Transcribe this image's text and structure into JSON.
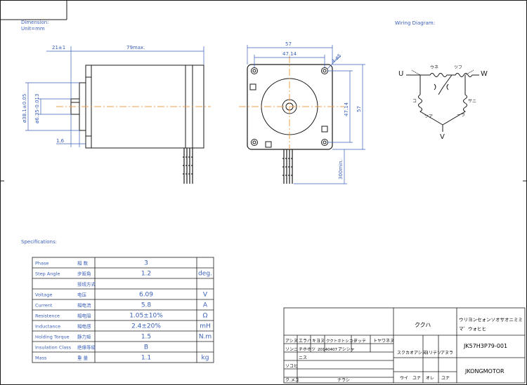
{
  "dimension_label": "Dimension:",
  "unit_label": "Unit=mm",
  "wiring_label": "Wiring Diagram:",
  "specs_label": "Specifications:",
  "colors": {
    "ink": "#1a1a1a",
    "blue": "#3a5fb8",
    "center": "#f0a050",
    "page": "#ffffff"
  },
  "side_view": {
    "shaft_len": "21±1",
    "body_len": "79max.",
    "boss_dia": "ø38.1±0.05",
    "shaft_dia": "ø6.35-0.013",
    "flat": "1.6"
  },
  "front_view": {
    "width": "57",
    "hole_pitch_h": "47.14",
    "holes": "4-ø5",
    "height": "57",
    "hole_pitch_v": "47.14",
    "lead_len": "300min."
  },
  "wiring": {
    "u": "U",
    "v": "V",
    "w": "W",
    "tags": [
      "ウネ",
      "ツフ",
      "コ",
      "サニ",
      "ツア",
      "ーラ"
    ]
  },
  "spec_rows": [
    {
      "en": "Phase",
      "cn": "相 数",
      "value": "3",
      "unit": ""
    },
    {
      "en": "Step Angle",
      "cn": "步距角",
      "value": "1.2",
      "unit": "deg."
    },
    {
      "en": "",
      "cn": "接线方式",
      "value": "",
      "unit": ""
    },
    {
      "en": "Voltage",
      "cn": "电压",
      "value": "6.09",
      "unit": "V"
    },
    {
      "en": "Current",
      "cn": "相电流",
      "value": "5.8",
      "unit": "A"
    },
    {
      "en": "Resistence",
      "cn": "相电阻",
      "value": "1.05±10%",
      "unit": "Ω"
    },
    {
      "en": "Inductance",
      "cn": "相电感",
      "value": "2.4±20%",
      "unit": "mH"
    },
    {
      "en": "Holding Torque",
      "cn": "静力矩",
      "value": "1.5",
      "unit": "N.m"
    },
    {
      "en": "Insulation Class",
      "cn": "绝缘等级",
      "value": "B",
      "unit": ""
    },
    {
      "en": "Mass",
      "cn": "重 量",
      "value": "1.1",
      "unit": "kg"
    }
  ],
  "title_block": {
    "header_cells": [
      "アシヌ",
      "エラハ",
      "キヨヌ",
      "ククトホトシコナ",
      "ヲッテ",
      "トヤワネヌ"
    ],
    "row2_cells": [
      "ソンニ",
      "チホホツ",
      "20140407",
      "アシシャ"
    ],
    "row3_cell": "ニス",
    "row4_cell": "ソコヒ",
    "row5_cells": [
      "ク.メユ",
      "ナラシ"
    ],
    "center_mark": "ククハ",
    "mid_labels": [
      "スクカオアシヌ",
      "ヨリテソ",
      "アヌラ"
    ],
    "bottom_labels": [
      "ウイ",
      "ユナ",
      "オレ",
      "ユナ"
    ],
    "name_line1": "ウリヨンセォンソオサオニミミ",
    "name_line2": "マ゛ウォヒヒ",
    "part_number": "JK57H3P79-001",
    "company": "JKONGMOTOR"
  }
}
